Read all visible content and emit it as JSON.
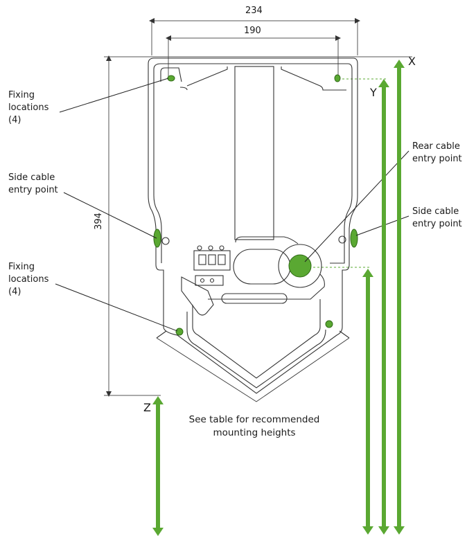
{
  "dimensions": {
    "outer_width": "234",
    "inner_width": "190",
    "height": "394"
  },
  "axes": {
    "x": "X",
    "y": "Y",
    "z": "Z"
  },
  "labels": {
    "fixing_top": [
      "Fixing",
      "locations",
      "(4)"
    ],
    "side_entry_left": [
      "Side cable",
      "entry point"
    ],
    "fixing_bottom": [
      "Fixing",
      "locations",
      "(4)"
    ],
    "rear_entry": [
      "Rear cable",
      "entry point"
    ],
    "side_entry_right": [
      "Side cable",
      "entry point"
    ]
  },
  "note": [
    "See table for recommended",
    "mounting heights"
  ],
  "colors": {
    "accent": "#5aa832",
    "line": "#333333",
    "dim": "#555555"
  }
}
